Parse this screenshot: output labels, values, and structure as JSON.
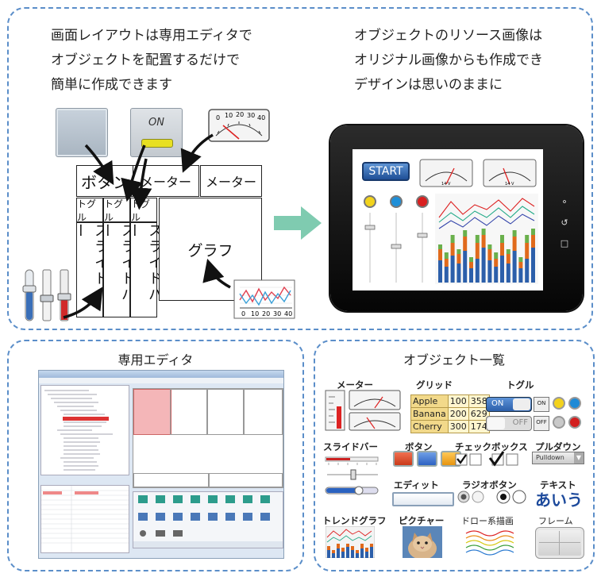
{
  "intro_left": [
    "画面レイアウトは専用エディタで",
    "オブジェクトを配置するだけで",
    "簡単に作成できます"
  ],
  "intro_right": [
    "オブジェクトのリソース画像は",
    "オリジナル画像からも作成でき",
    "デザインは思いのままに"
  ],
  "layout": {
    "on_label": "ON",
    "button": "ボタン",
    "meter1": "メーター",
    "meter2": "メーター",
    "toggle1": "トグル",
    "toggle2": "トグル",
    "toggle3": "トグル",
    "slider1": "スライドバー",
    "slider2": "スライドバー",
    "slider3": "スライドバー",
    "graph": "グラフ"
  },
  "meter_ticks": [
    "0",
    "10",
    "20",
    "30",
    "40"
  ],
  "chart_ticks": [
    "0",
    "10",
    "20",
    "30",
    "40"
  ],
  "tablet": {
    "start_label": "START",
    "meter_unit": "14 V"
  },
  "editor_title": "専用エディタ",
  "objects_title": "オブジェクト一覧",
  "objects": {
    "meter": "メーター",
    "grid": "グリッド",
    "toggle": "トグル",
    "slider": "スライドバー",
    "button": "ボタン",
    "checkbox": "チェックボックス",
    "pulldown": "プルダウン",
    "edit": "エディット",
    "radio": "ラジオボタン",
    "text": "テキスト",
    "trend": "トレンドグラフ",
    "picture": "ピクチャー",
    "drawing": "ドロー系描画",
    "frame": "フレーム",
    "text_sample": "あいう",
    "pulldown_value": "Pulldown",
    "toggle_on": "ON",
    "toggle_off": "OFF"
  },
  "grid_rows": [
    {
      "name": "Apple",
      "a": "100",
      "b": "358"
    },
    {
      "name": "Banana",
      "a": "200",
      "b": "629"
    },
    {
      "name": "Cherry",
      "a": "300",
      "b": "174"
    }
  ],
  "colors": {
    "accent": "#5b8ec9",
    "arrow": "#7fcbb0",
    "panel_border": "#5b8ec9"
  }
}
